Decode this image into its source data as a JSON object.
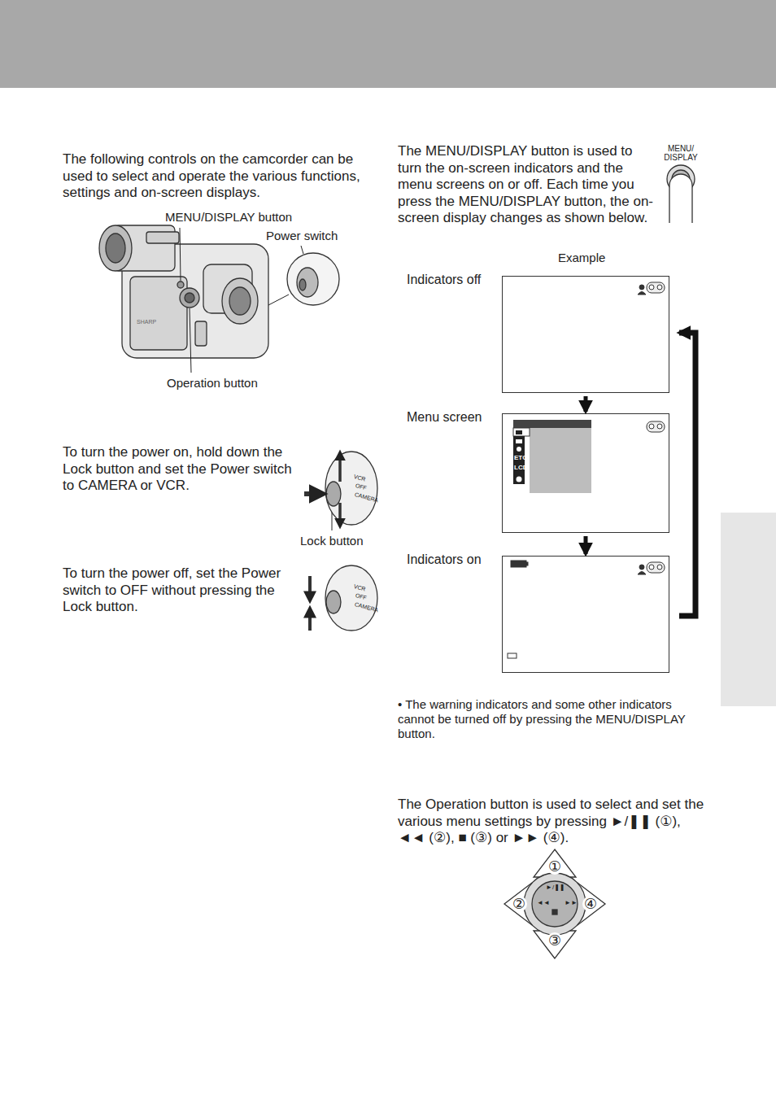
{
  "diagram": {
    "nodes": [
      {
        "text": [
          "Indicators off"
        ]
      },
      {
        "text": [
          "Menu screen"
        ]
      },
      {
        "text": [
          "Indicators on"
        ]
      }
    ],
    "edges": [
      {
        "from": 0,
        "to": 1,
        "arrow": "to"
      },
      {
        "from": 1,
        "to": 2,
        "arrow": "to"
      },
      {
        "from": 2,
        "to": 0,
        "arrow": "to"
      }
    ],
    "labels": [
      "The following controls on the camcorder can be used to select and operate the various functions, settings and on-screen displays.",
      "MENU/DISPLAY button",
      "Power switch",
      "Operation button",
      "SHARP",
      "To turn the power on, hold down the Lock button and set the Power switch to CAMERA or VCR.",
      "VCR",
      "OFF",
      "CAMERA",
      "Lock button",
      "To turn the power off, set the Power switch to OFF without pressing the Lock button.",
      "VCR",
      "OFF",
      "CAMERA",
      "The MENU/DISPLAY button is used to turn the on-screen indicators and the menu screens on or off. Each time you press the MENU/DISPLAY button, the on-screen display changes as shown below.",
      "MENU/ DISPLAY",
      "Example",
      "ETC",
      "LCD",
      "• The warning indicators and some other indicators cannot be turned off by pressing the MENU/DISPLAY button.",
      "The Operation button is used to select and set the various menu settings by pressing ►/❚❚ (①), ◄◄ (②), ■ (③) or ►► (④).",
      "►/❚❚",
      "◄◄",
      "►►",
      "①",
      "②",
      "③",
      "④"
    ]
  }
}
